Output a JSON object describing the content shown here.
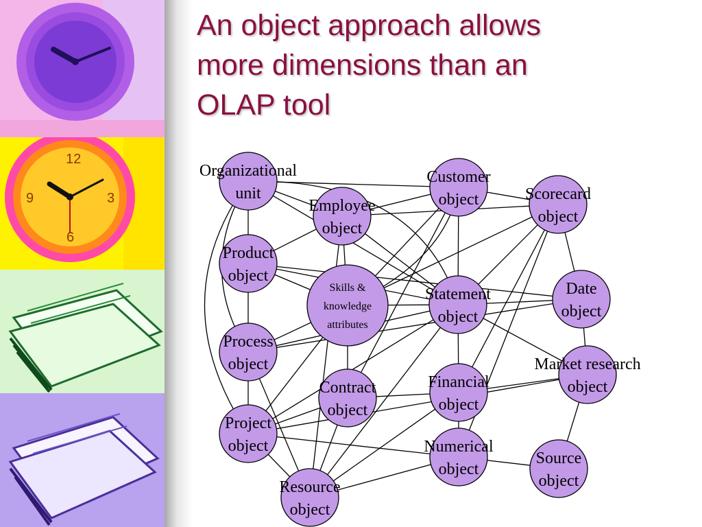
{
  "slide": {
    "title_lines": [
      "An object approach allows",
      "more dimensions than an",
      "OLAP tool"
    ]
  },
  "theme": {
    "title_color": "#8a1040",
    "node_fill": "#c39ae8",
    "node_stroke": "#000000",
    "edge_color": "#000000"
  },
  "decor": {
    "images": [
      "purple-wall-clock",
      "orange-wall-clock",
      "green-paper-stack",
      "purple-paper-stack"
    ]
  },
  "diagram": {
    "nodes": [
      {
        "id": "org",
        "lines": [
          "Organizational",
          "unit"
        ]
      },
      {
        "id": "employee",
        "lines": [
          "Employee",
          "object"
        ]
      },
      {
        "id": "customer",
        "lines": [
          "Customer",
          "object"
        ]
      },
      {
        "id": "scorecard",
        "lines": [
          "Scorecard",
          "object"
        ]
      },
      {
        "id": "product",
        "lines": [
          "Product",
          "object"
        ]
      },
      {
        "id": "skills",
        "lines": [
          "Skills &",
          "knowledge",
          "attributes"
        ]
      },
      {
        "id": "statement",
        "lines": [
          "Statement",
          "object"
        ]
      },
      {
        "id": "date",
        "lines": [
          "Date",
          "object"
        ]
      },
      {
        "id": "process",
        "lines": [
          "Process",
          "object"
        ]
      },
      {
        "id": "contract",
        "lines": [
          "Contract",
          "object"
        ]
      },
      {
        "id": "financial",
        "lines": [
          "Financial",
          "object"
        ]
      },
      {
        "id": "market",
        "lines": [
          "Market research",
          "object"
        ]
      },
      {
        "id": "project",
        "lines": [
          "Project",
          "object"
        ]
      },
      {
        "id": "numerical",
        "lines": [
          "Numerical",
          "object"
        ]
      },
      {
        "id": "source",
        "lines": [
          "Source",
          "object"
        ]
      },
      {
        "id": "resource",
        "lines": [
          "Resource",
          "object"
        ]
      }
    ],
    "edges": [
      [
        "org",
        "product"
      ],
      [
        "product",
        "process"
      ],
      [
        "process",
        "project"
      ],
      [
        "org",
        "customer"
      ],
      [
        "org",
        "statement"
      ],
      [
        "org",
        "employee"
      ],
      [
        "employee",
        "customer"
      ],
      [
        "employee",
        "scorecard"
      ],
      [
        "employee",
        "skills"
      ],
      [
        "employee",
        "product"
      ],
      [
        "employee",
        "statement"
      ],
      [
        "customer",
        "scorecard"
      ],
      [
        "customer",
        "contract"
      ],
      [
        "customer",
        "skills"
      ],
      [
        "customer",
        "statement"
      ],
      [
        "scorecard",
        "skills"
      ],
      [
        "scorecard",
        "statement"
      ],
      [
        "scorecard",
        "date"
      ],
      [
        "scorecard",
        "financial"
      ],
      [
        "scorecard",
        "numerical"
      ],
      [
        "product",
        "skills"
      ],
      [
        "product",
        "statement"
      ],
      [
        "product",
        "date"
      ],
      [
        "skills",
        "statement"
      ],
      [
        "skills",
        "contract"
      ],
      [
        "skills",
        "process"
      ],
      [
        "skills",
        "project"
      ],
      [
        "statement",
        "date"
      ],
      [
        "statement",
        "financial"
      ],
      [
        "statement",
        "market"
      ],
      [
        "statement",
        "process"
      ],
      [
        "statement",
        "project"
      ],
      [
        "statement",
        "resource"
      ],
      [
        "date",
        "market"
      ],
      [
        "date",
        "process"
      ],
      [
        "financial",
        "numerical"
      ],
      [
        "financial",
        "contract"
      ],
      [
        "financial",
        "market"
      ],
      [
        "financial",
        "resource"
      ],
      [
        "market",
        "source"
      ],
      [
        "market",
        "project"
      ],
      [
        "contract",
        "project"
      ],
      [
        "contract",
        "resource"
      ],
      [
        "numerical",
        "source"
      ],
      [
        "numerical",
        "project"
      ],
      [
        "numerical",
        "resource"
      ],
      [
        "resource",
        "project"
      ],
      [
        "resource",
        "process"
      ],
      [
        "employee",
        "resource"
      ]
    ],
    "curves": [
      [
        "org",
        "project"
      ],
      [
        "org",
        "process"
      ],
      [
        "org",
        "statement"
      ],
      [
        "skills",
        "customer"
      ]
    ]
  }
}
